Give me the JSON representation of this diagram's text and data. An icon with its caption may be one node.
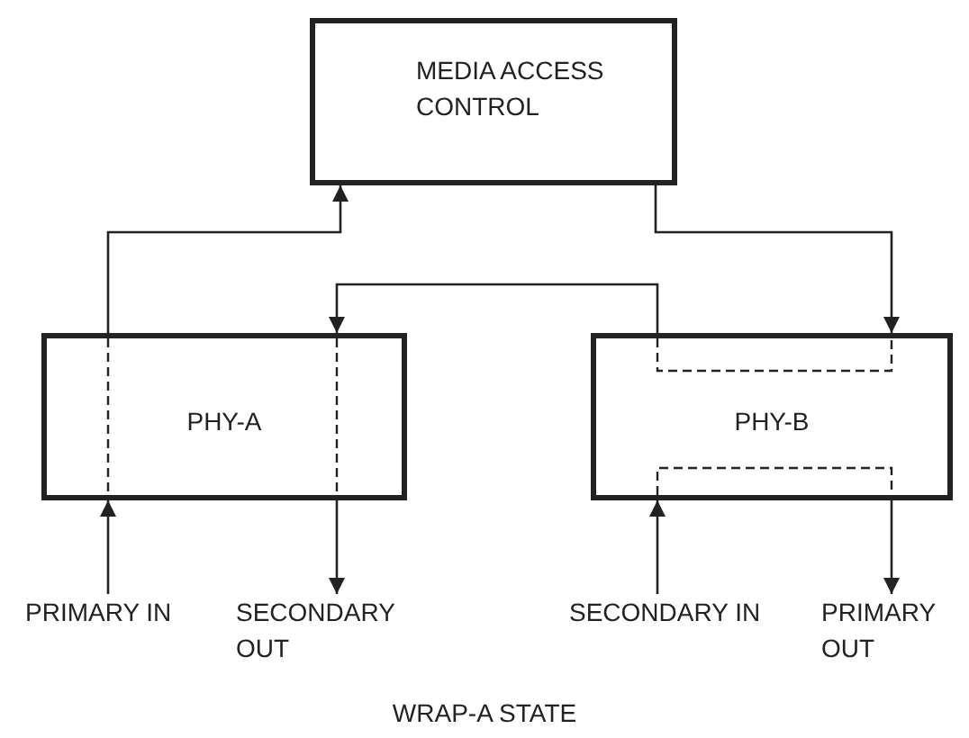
{
  "diagram": {
    "caption": "WRAP-A STATE",
    "nodes": [
      {
        "text": [
          "MEDIA ACCESS CONTROL"
        ]
      },
      {
        "text": [
          "PHY-A"
        ]
      },
      {
        "text": [
          "PHY-B"
        ]
      },
      {
        "text": [
          "PRIMARY IN"
        ]
      },
      {
        "text": [
          "SECONDARY OUT"
        ]
      },
      {
        "text": [
          "SECONDARY IN"
        ]
      },
      {
        "text": [
          "PRIMARY OUT"
        ]
      }
    ],
    "edges": [
      {
        "from": 1,
        "to": 0,
        "arrow": "to"
      },
      {
        "from": 0,
        "to": 2,
        "arrow": "to"
      },
      {
        "from": 2,
        "to": 1,
        "arrow": "to"
      },
      {
        "from": 3,
        "to": 1,
        "arrow": "to"
      },
      {
        "from": 1,
        "to": 4,
        "arrow": "to"
      },
      {
        "from": 5,
        "to": 2,
        "arrow": "to"
      },
      {
        "from": 2,
        "to": 6,
        "arrow": "to"
      }
    ]
  }
}
